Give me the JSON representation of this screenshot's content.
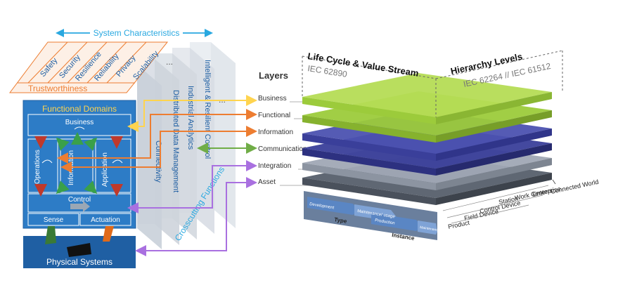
{
  "system_characteristics": {
    "title": "System Characteristics",
    "trustworthiness": "Trustworthiness",
    "items": [
      "Safety",
      "Security",
      "Resilience",
      "Reliability",
      "Privacy",
      "Scalability"
    ],
    "ellipsis": "..."
  },
  "crosscutting": {
    "label": "Crosscutting Functions",
    "planes": [
      "Connectivity",
      "Distributed Data Management",
      "Industrial Analytics",
      "Intelligent & Resilient Control"
    ],
    "ellipsis": "..."
  },
  "functional_domains": {
    "title": "Functional Domains",
    "business": "Business",
    "operations": "Operations",
    "information": "Information",
    "application": "Application",
    "control": "Control",
    "sense": "Sense",
    "actuation": "Actuation"
  },
  "physical_systems": "Physical Systems",
  "rami": {
    "layers_title": "Layers",
    "layers": [
      "Business",
      "Functional",
      "Information",
      "Communication",
      "Integration",
      "Asset"
    ],
    "life_cycle_title": "Life Cycle & Value Stream",
    "life_cycle_standard": "IEC 62890",
    "hierarchy_title": "Hierarchy Levels",
    "hierarchy_standard": "IEC 62264 // IEC 61512",
    "hierarchy_levels": [
      "Connected World",
      "Enterprise",
      "Work Centers",
      "Station",
      "Control Device",
      "Field Device",
      "Product"
    ],
    "type_label": "Type",
    "instance_label": "Instance",
    "type_stages": [
      "Development",
      "Maintenance/ usage"
    ],
    "instance_stages": [
      "Production",
      "Maintenance/ usage"
    ]
  },
  "colors": {
    "blue_box": "#2d7cc6",
    "physical": "#1f5fa3",
    "orange": "#ed7d31",
    "yellow": "#ffd44f",
    "green": "#70ad47",
    "purple": "#a970e0",
    "layer_green": "#9ccb3b",
    "layer_blue": "#3a3f9a"
  }
}
